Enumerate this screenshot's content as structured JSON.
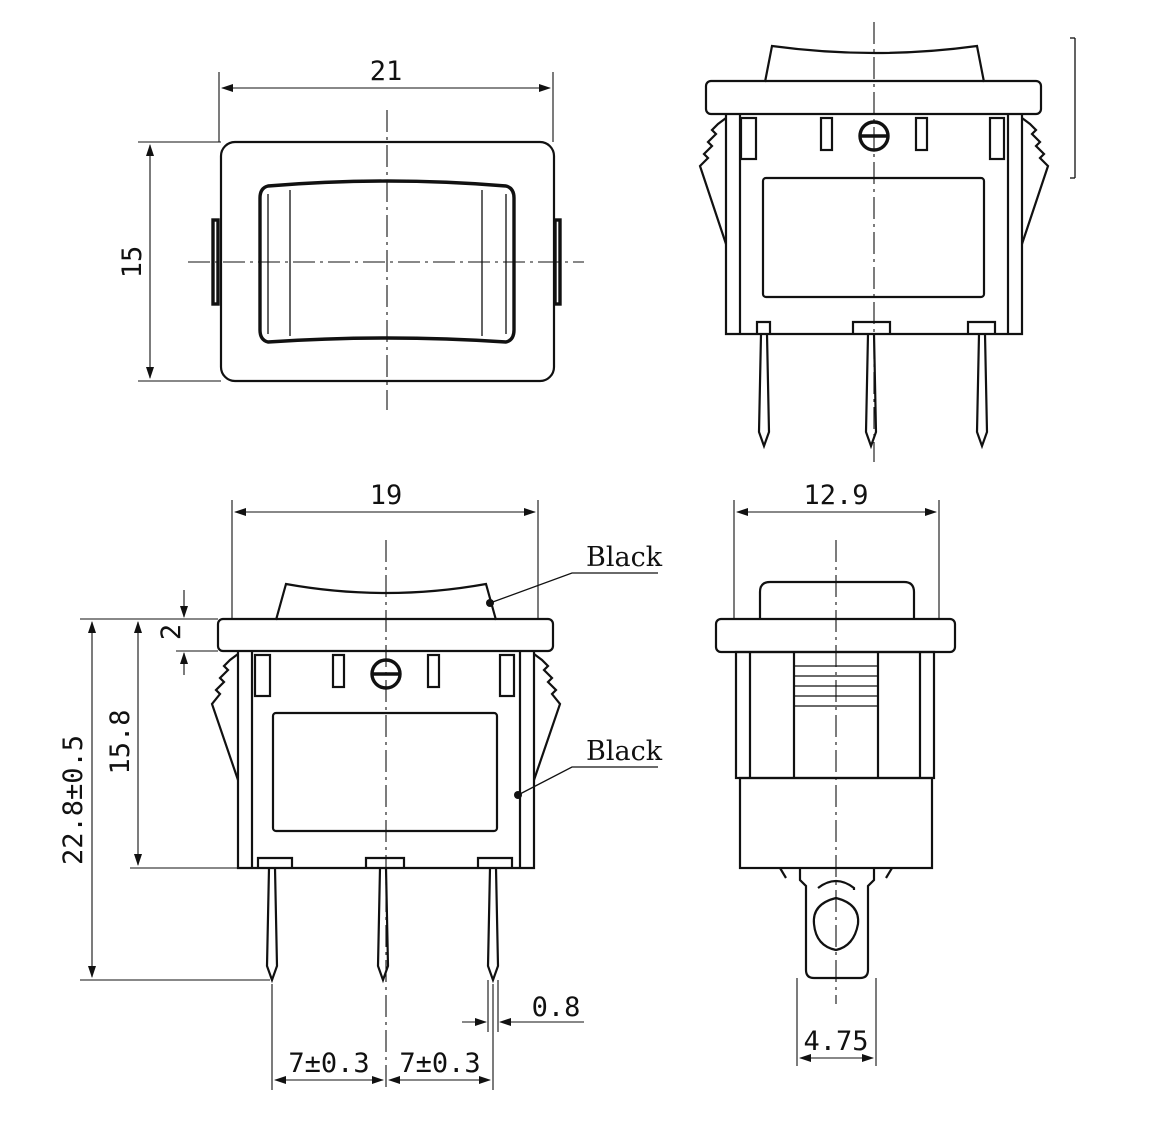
{
  "views": {
    "top": {
      "dimensions": {
        "width": "21",
        "height": "15"
      }
    },
    "front": {
      "dimensions": {
        "width": "19",
        "actuator_height": "2",
        "body_height": "15.8",
        "total_height": "22.8±0.5",
        "pin_thickness": "0.8",
        "pitch_left": "7±0.3",
        "pitch_right": "7±0.3"
      },
      "labels": {
        "actuator_color": "Black",
        "housing_color": "Black"
      }
    },
    "side": {
      "dimensions": {
        "depth": "12.9",
        "terminal_width": "4.75"
      }
    }
  }
}
